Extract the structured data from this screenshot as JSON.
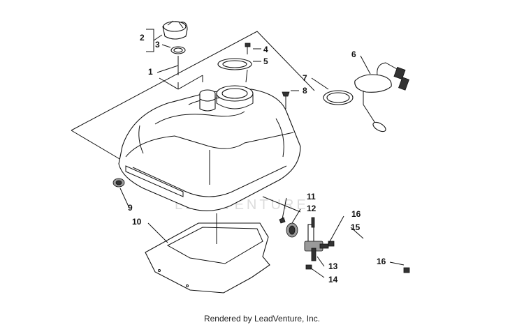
{
  "diagram": {
    "callouts": [
      "1",
      "2",
      "3",
      "4",
      "5",
      "6",
      "7",
      "8",
      "9",
      "10",
      "11",
      "12",
      "13",
      "14",
      "15",
      "16",
      "16"
    ],
    "watermark": "LEADVENTURE",
    "footer": "Rendered by LeadVenture, Inc."
  }
}
